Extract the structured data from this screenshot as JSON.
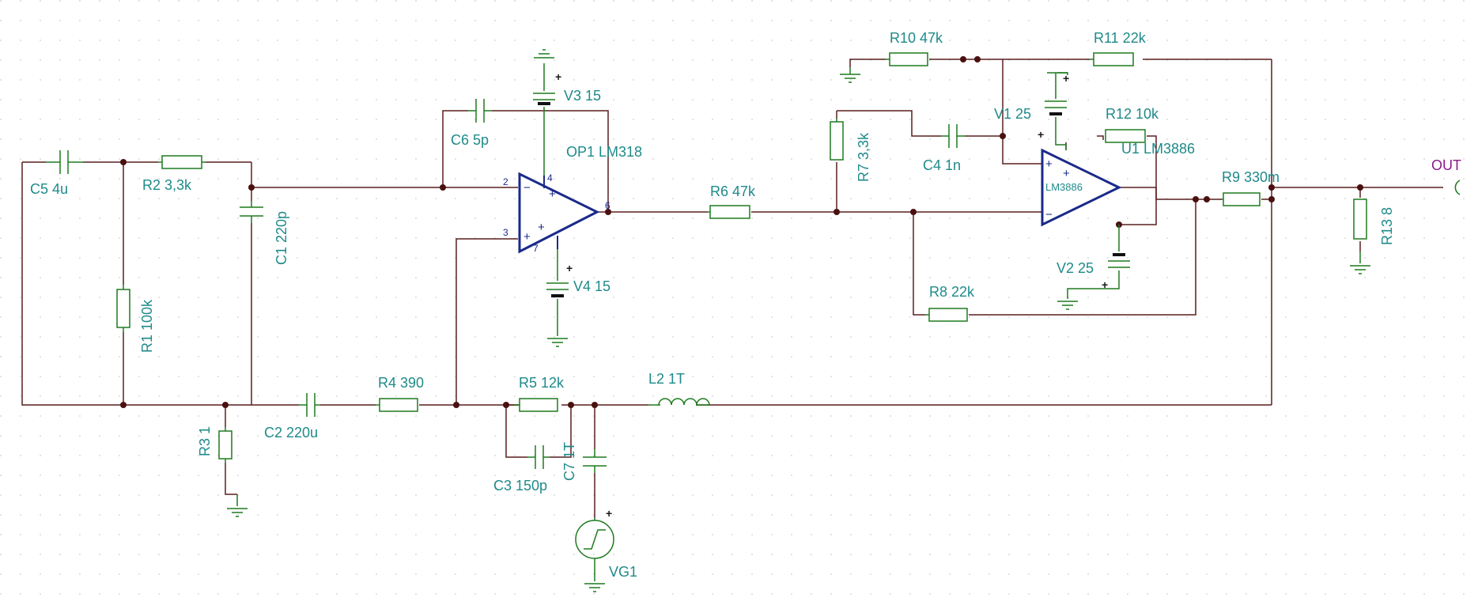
{
  "labels": {
    "C5": "C5 4u",
    "R2": "R2 3,3k",
    "C1": "C1 220p",
    "R1": "R1 100k",
    "R3": "R3 1",
    "C2": "C2 220u",
    "R4": "R4 390",
    "R5": "R5 12k",
    "C3": "C3 150p",
    "C7": "C7 1T",
    "VG1": "VG1",
    "L2": "L2 1T",
    "C6": "C6 5p",
    "V3": "V3 15",
    "OP1": "OP1 LM318",
    "V4": "V4 15",
    "R6": "R6 47k",
    "R7": "R7 3,3k",
    "C4": "C4 1n",
    "R10": "R10 47k",
    "R11": "R11 22k",
    "V1": "V1 25",
    "R12": "R12 10k",
    "U1": "U1 LM3886",
    "U1_inner": "LM3886",
    "V2": "V2 25",
    "R8": "R8 22k",
    "R9": "R9 330m",
    "R13": "R13 8",
    "OUT": "OUT"
  },
  "pins": {
    "op_minus": "2",
    "op_plus": "3",
    "op_top": "4",
    "op_bot": "7",
    "op_out": "6"
  },
  "signs": {
    "minus": "−",
    "plus": "+"
  },
  "colors": {
    "wire": "#5a1f1f",
    "component": "#1e7a1e",
    "label": "#1f8a8a",
    "opamp": "#1a2a8a",
    "out_label": "#8a1a8a"
  }
}
